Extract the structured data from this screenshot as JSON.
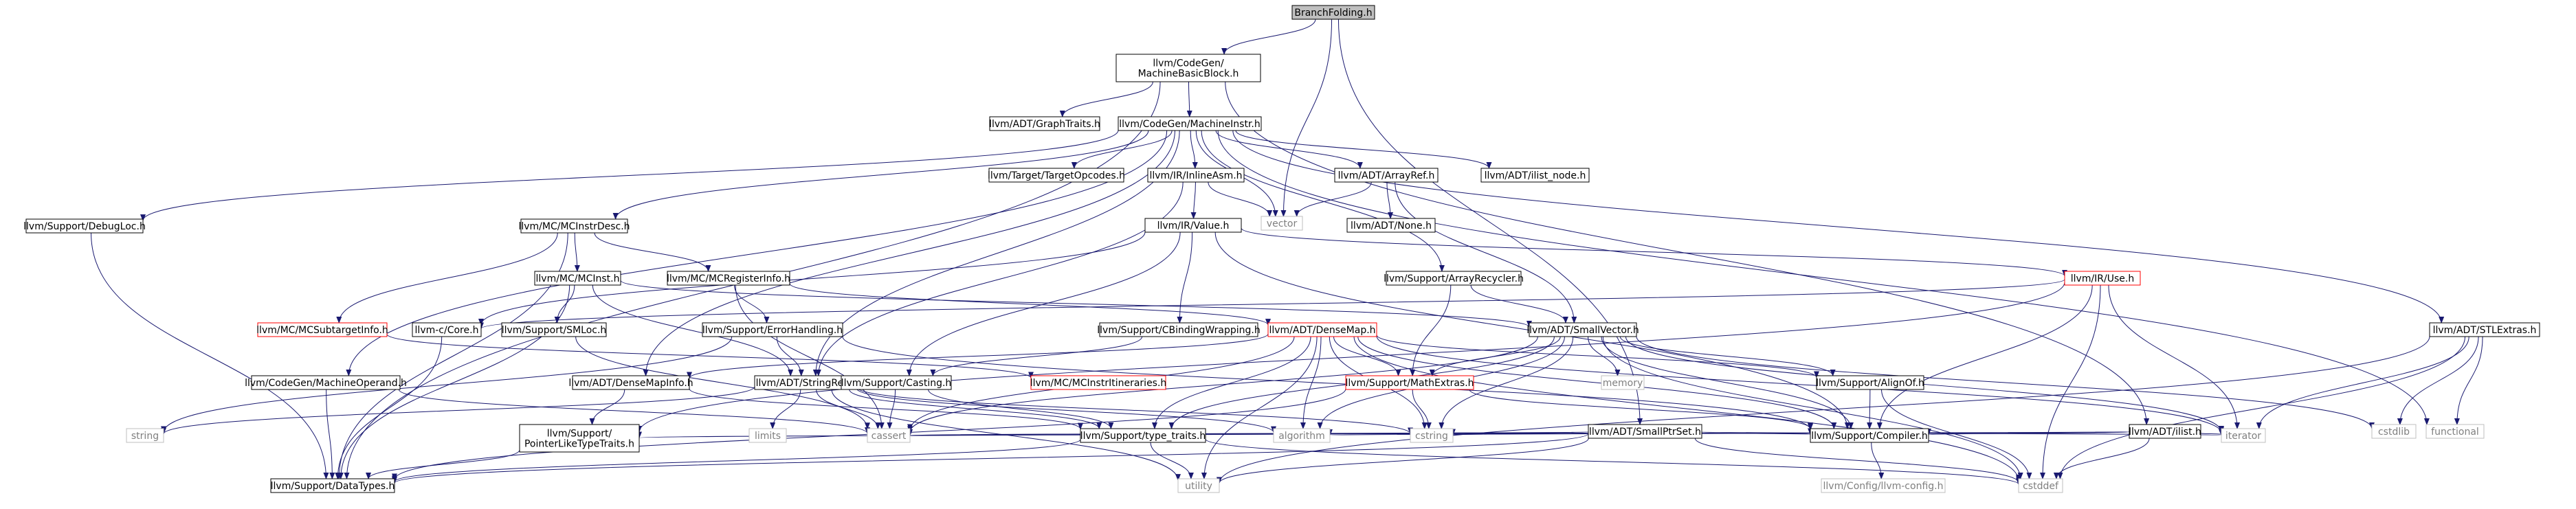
{
  "colors": {
    "edge": "#191970",
    "node_border": "#000000",
    "node_red_border": "#ff0000",
    "node_gray_border": "#bfbfbf",
    "node_text": "#000000",
    "node_gray_text": "#7f7f7f",
    "root_fill": "#bfbfbf",
    "node_fill": "#ffffff"
  },
  "nodes": [
    {
      "id": "root",
      "label": "BranchFolding.h",
      "style": "root"
    },
    {
      "id": "mbb",
      "label": "llvm/CodeGen/MachineBasicBlock.h",
      "style": "normal"
    },
    {
      "id": "graphtraits",
      "label": "llvm/ADT/GraphTraits.h",
      "style": "normal"
    },
    {
      "id": "machineinstr",
      "label": "llvm/CodeGen/MachineInstr.h",
      "style": "normal"
    },
    {
      "id": "debugloc",
      "label": "llvm/Support/DebugLoc.h",
      "style": "normal"
    },
    {
      "id": "mcinstrdesc",
      "label": "llvm/MC/MCInstrDesc.h",
      "style": "normal"
    },
    {
      "id": "targetopcodes",
      "label": "llvm/Target/TargetOpcodes.h",
      "style": "normal"
    },
    {
      "id": "inlineasm",
      "label": "llvm/IR/InlineAsm.h",
      "style": "normal"
    },
    {
      "id": "arrayref",
      "label": "llvm/ADT/ArrayRef.h",
      "style": "normal"
    },
    {
      "id": "ilistnode",
      "label": "llvm/ADT/ilist_node.h",
      "style": "normal"
    },
    {
      "id": "vector",
      "label": "vector",
      "style": "gray"
    },
    {
      "id": "none",
      "label": "llvm/ADT/None.h",
      "style": "normal"
    },
    {
      "id": "value",
      "label": "llvm/IR/Value.h",
      "style": "normal"
    },
    {
      "id": "mcinst",
      "label": "llvm/MC/MCInst.h",
      "style": "normal"
    },
    {
      "id": "mcreginfo",
      "label": "llvm/MC/MCRegisterInfo.h",
      "style": "normal"
    },
    {
      "id": "arrayrecycler",
      "label": "llvm/Support/ArrayRecycler.h",
      "style": "normal"
    },
    {
      "id": "use",
      "label": "llvm/IR/Use.h",
      "style": "red"
    },
    {
      "id": "mcsubtarget",
      "label": "llvm/MC/MCSubtargetInfo.h",
      "style": "red"
    },
    {
      "id": "core",
      "label": "llvm-c/Core.h",
      "style": "normal"
    },
    {
      "id": "smloc",
      "label": "llvm/Support/SMLoc.h",
      "style": "normal"
    },
    {
      "id": "errorhandling",
      "label": "llvm/Support/ErrorHandling.h",
      "style": "normal"
    },
    {
      "id": "cbinding",
      "label": "llvm/Support/CBindingWrapping.h",
      "style": "normal"
    },
    {
      "id": "densemap",
      "label": "llvm/ADT/DenseMap.h",
      "style": "red"
    },
    {
      "id": "smallvector",
      "label": "llvm/ADT/SmallVector.h",
      "style": "normal"
    },
    {
      "id": "stlextras",
      "label": "llvm/ADT/STLExtras.h",
      "style": "normal"
    },
    {
      "id": "machineoperand",
      "label": "llvm/CodeGen/MachineOperand.h",
      "style": "normal"
    },
    {
      "id": "densemapinfo",
      "label": "llvm/ADT/DenseMapInfo.h",
      "style": "normal"
    },
    {
      "id": "stringref",
      "label": "llvm/ADT/StringRef.h",
      "style": "normal"
    },
    {
      "id": "casting",
      "label": "llvm/Support/Casting.h",
      "style": "normal"
    },
    {
      "id": "mcinstritin",
      "label": "llvm/MC/MCInstrItineraries.h",
      "style": "red"
    },
    {
      "id": "mathextras",
      "label": "llvm/Support/MathExtras.h",
      "style": "red"
    },
    {
      "id": "memory",
      "label": "memory",
      "style": "gray"
    },
    {
      "id": "alignof",
      "label": "llvm/Support/AlignOf.h",
      "style": "normal"
    },
    {
      "id": "smallptrset",
      "label": "llvm/ADT/SmallPtrSet.h",
      "style": "normal"
    },
    {
      "id": "ilist",
      "label": "llvm/ADT/ilist.h",
      "style": "normal"
    },
    {
      "id": "cstdlib",
      "label": "cstdlib",
      "style": "gray"
    },
    {
      "id": "functional",
      "label": "functional",
      "style": "gray"
    },
    {
      "id": "string",
      "label": "string",
      "style": "gray"
    },
    {
      "id": "pointerlike",
      "label": "llvm/Support/PointerLikeTypeTraits.h",
      "style": "normal"
    },
    {
      "id": "limits",
      "label": "limits",
      "style": "gray"
    },
    {
      "id": "cassert",
      "label": "cassert",
      "style": "gray"
    },
    {
      "id": "typetraits",
      "label": "llvm/Support/type_traits.h",
      "style": "normal"
    },
    {
      "id": "algorithm",
      "label": "algorithm",
      "style": "gray"
    },
    {
      "id": "cstring",
      "label": "cstring",
      "style": "gray"
    },
    {
      "id": "compiler",
      "label": "llvm/Support/Compiler.h",
      "style": "normal"
    },
    {
      "id": "iterator",
      "label": "iterator",
      "style": "gray"
    },
    {
      "id": "datatypes",
      "label": "llvm/Support/DataTypes.h",
      "style": "normal"
    },
    {
      "id": "utility",
      "label": "utility",
      "style": "gray"
    },
    {
      "id": "cstddef",
      "label": "cstddef",
      "style": "gray"
    },
    {
      "id": "llvmconfig",
      "label": "llvm/Config/llvm-config.h",
      "style": "gray"
    }
  ],
  "edges": [
    [
      "root",
      "mbb"
    ],
    [
      "root",
      "vector"
    ],
    [
      "root",
      "smallptrset"
    ],
    [
      "mbb",
      "graphtraits"
    ],
    [
      "mbb",
      "machineinstr"
    ],
    [
      "mbb",
      "datatypes"
    ],
    [
      "mbb",
      "ilist"
    ],
    [
      "machineinstr",
      "debugloc"
    ],
    [
      "machineinstr",
      "mcinstrdesc"
    ],
    [
      "machineinstr",
      "targetopcodes"
    ],
    [
      "machineinstr",
      "inlineasm"
    ],
    [
      "machineinstr",
      "arrayref"
    ],
    [
      "machineinstr",
      "ilistnode"
    ],
    [
      "machineinstr",
      "vector"
    ],
    [
      "machineinstr",
      "stlextras"
    ],
    [
      "machineinstr",
      "arrayrecycler"
    ],
    [
      "machineinstr",
      "machineoperand"
    ],
    [
      "machineinstr",
      "densemapinfo"
    ],
    [
      "machineinstr",
      "stringref"
    ],
    [
      "machineinstr",
      "functional"
    ],
    [
      "debugloc",
      "datatypes"
    ],
    [
      "mcinstrdesc",
      "mcinst"
    ],
    [
      "mcinstrdesc",
      "mcreginfo"
    ],
    [
      "mcinstrdesc",
      "mcsubtarget"
    ],
    [
      "mcinstrdesc",
      "datatypes"
    ],
    [
      "inlineasm",
      "value"
    ],
    [
      "inlineasm",
      "vector"
    ],
    [
      "inlineasm",
      "stringref"
    ],
    [
      "arrayref",
      "none"
    ],
    [
      "arrayref",
      "smallvector"
    ],
    [
      "arrayref",
      "vector"
    ],
    [
      "value",
      "use"
    ],
    [
      "value",
      "cbinding"
    ],
    [
      "value",
      "casting"
    ],
    [
      "value",
      "core"
    ],
    [
      "value",
      "compiler"
    ],
    [
      "mcinst",
      "smloc"
    ],
    [
      "mcinst",
      "stringref"
    ],
    [
      "mcinst",
      "smallvector"
    ],
    [
      "mcinst",
      "datatypes"
    ],
    [
      "mcreginfo",
      "errorhandling"
    ],
    [
      "mcreginfo",
      "densemap"
    ],
    [
      "mcreginfo",
      "cassert"
    ],
    [
      "mcsubtarget",
      "mcinstritin"
    ],
    [
      "arrayrecycler",
      "smallvector"
    ],
    [
      "arrayrecycler",
      "mathextras"
    ],
    [
      "use",
      "core"
    ],
    [
      "use",
      "compiler"
    ],
    [
      "use",
      "pointerlike"
    ],
    [
      "use",
      "cstddef"
    ],
    [
      "use",
      "iterator"
    ],
    [
      "core",
      "datatypes"
    ],
    [
      "smloc",
      "cassert"
    ],
    [
      "errorhandling",
      "stringref"
    ],
    [
      "errorhandling",
      "compiler"
    ],
    [
      "errorhandling",
      "string"
    ],
    [
      "cbinding",
      "casting"
    ],
    [
      "densemap",
      "densemapinfo"
    ],
    [
      "densemap",
      "mathextras"
    ],
    [
      "densemap",
      "alignof"
    ],
    [
      "densemap",
      "compiler"
    ],
    [
      "densemap",
      "typetraits"
    ],
    [
      "densemap",
      "algorithm"
    ],
    [
      "densemap",
      "cassert"
    ],
    [
      "densemap",
      "cstddef"
    ],
    [
      "densemap",
      "iterator"
    ],
    [
      "densemap",
      "utility"
    ],
    [
      "densemap",
      "cstring"
    ],
    [
      "smallvector",
      "alignof"
    ],
    [
      "smallvector",
      "compiler"
    ],
    [
      "smallvector",
      "mathextras"
    ],
    [
      "smallvector",
      "typetraits"
    ],
    [
      "smallvector",
      "algorithm"
    ],
    [
      "smallvector",
      "cassert"
    ],
    [
      "smallvector",
      "cstddef"
    ],
    [
      "smallvector",
      "cstdlib"
    ],
    [
      "smallvector",
      "cstring"
    ],
    [
      "smallvector",
      "iterator"
    ],
    [
      "smallvector",
      "memory"
    ],
    [
      "stlextras",
      "cstddef"
    ],
    [
      "stlextras",
      "cstdlib"
    ],
    [
      "stlextras",
      "functional"
    ],
    [
      "stlextras",
      "iterator"
    ],
    [
      "stlextras",
      "utility"
    ],
    [
      "machineoperand",
      "datatypes"
    ],
    [
      "machineoperand",
      "cassert"
    ],
    [
      "densemapinfo",
      "pointerlike"
    ],
    [
      "densemapinfo",
      "typetraits"
    ],
    [
      "stringref",
      "typetraits"
    ],
    [
      "stringref",
      "algorithm"
    ],
    [
      "stringref",
      "cassert"
    ],
    [
      "stringref",
      "cstring"
    ],
    [
      "stringref",
      "limits"
    ],
    [
      "stringref",
      "string"
    ],
    [
      "stringref",
      "utility"
    ],
    [
      "casting",
      "typetraits"
    ],
    [
      "casting",
      "cassert"
    ],
    [
      "mathextras",
      "compiler"
    ],
    [
      "mathextras",
      "datatypes"
    ],
    [
      "mathextras",
      "cstring"
    ],
    [
      "alignof",
      "compiler"
    ],
    [
      "alignof",
      "cstddef"
    ],
    [
      "smallptrset",
      "compiler"
    ],
    [
      "smallptrset",
      "datatypes"
    ],
    [
      "smallptrset",
      "pointerlike"
    ],
    [
      "smallptrset",
      "cassert"
    ],
    [
      "smallptrset",
      "cstddef"
    ],
    [
      "smallptrset",
      "cstring"
    ],
    [
      "smallptrset",
      "iterator"
    ],
    [
      "smallptrset",
      "utility"
    ],
    [
      "ilist",
      "compiler"
    ],
    [
      "ilist",
      "algorithm"
    ],
    [
      "ilist",
      "cassert"
    ],
    [
      "ilist",
      "cstddef"
    ],
    [
      "ilist",
      "iterator"
    ],
    [
      "pointerlike",
      "datatypes"
    ],
    [
      "typetraits",
      "datatypes"
    ],
    [
      "typetraits",
      "utility"
    ],
    [
      "typetraits",
      "cstddef"
    ],
    [
      "compiler",
      "llvmconfig"
    ]
  ]
}
